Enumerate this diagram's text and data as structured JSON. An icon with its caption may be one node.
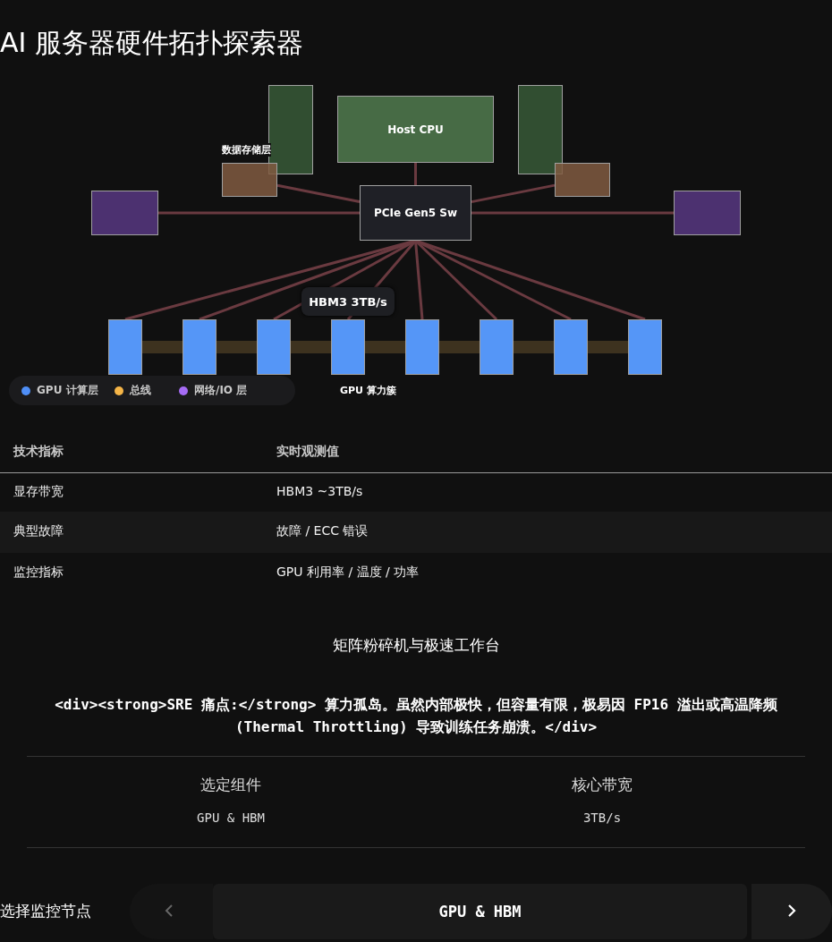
{
  "diagram": {
    "title": "AI 服务器硬件拓扑探索器",
    "nodes": [
      {
        "text": [
          "Host CPU"
        ]
      },
      {
        "text": [
          "PCIe Gen5 Sw"
        ]
      },
      {
        "text": [],
        "shape": "box"
      },
      {
        "text": [],
        "shape": "box"
      },
      {
        "text": [],
        "shape": "box"
      },
      {
        "text": [],
        "shape": "box"
      },
      {
        "text": [],
        "shape": "box"
      },
      {
        "text": [],
        "shape": "box"
      },
      {
        "text": [],
        "shape": "box"
      },
      {
        "text": [],
        "shape": "box"
      },
      {
        "text": [],
        "shape": "box"
      },
      {
        "text": [],
        "shape": "box"
      },
      {
        "text": [],
        "shape": "box"
      },
      {
        "text": [],
        "shape": "box"
      },
      {
        "text": [],
        "shape": "box"
      },
      {
        "text": [],
        "shape": "box"
      }
    ],
    "edges": [
      {
        "from": 0,
        "to": 1,
        "arrow": "none"
      },
      {
        "from": 1,
        "to": 4,
        "arrow": "none"
      },
      {
        "from": 1,
        "to": 5,
        "arrow": "none"
      },
      {
        "from": 1,
        "to": 6,
        "arrow": "none"
      },
      {
        "from": 1,
        "to": 7,
        "arrow": "none"
      },
      {
        "from": 1,
        "to": 8,
        "arrow": "none"
      },
      {
        "from": 1,
        "to": 9,
        "arrow": "none"
      },
      {
        "from": 1,
        "to": 10,
        "arrow": "none"
      },
      {
        "from": 1,
        "to": 11,
        "arrow": "none"
      },
      {
        "from": 1,
        "to": 12,
        "arrow": "none"
      },
      {
        "from": 1,
        "to": 13,
        "arrow": "none"
      },
      {
        "from": 1,
        "to": 14,
        "arrow": "none"
      },
      {
        "from": 1,
        "to": 15,
        "arrow": "none"
      },
      {
        "from": 8,
        "to": 9,
        "arrow": "none",
        "style": "thick",
        "color": "#3d321f"
      },
      {
        "from": 9,
        "to": 10,
        "arrow": "none",
        "style": "thick",
        "color": "#3d321f"
      },
      {
        "from": 10,
        "to": 11,
        "arrow": "none",
        "style": "thick",
        "color": "#3d321f"
      },
      {
        "from": 11,
        "to": 12,
        "arrow": "none",
        "style": "thick",
        "color": "#3d321f"
      },
      {
        "from": 12,
        "to": 13,
        "arrow": "none",
        "style": "thick",
        "color": "#3d321f"
      },
      {
        "from": 13,
        "to": 14,
        "arrow": "none",
        "style": "thick",
        "color": "#3d321f"
      },
      {
        "from": 14,
        "to": 15,
        "arrow": "none",
        "style": "thick",
        "color": "#3d321f"
      }
    ],
    "labels": [
      "HBM3 3TB/s",
      "GPU 算力簇",
      "数据存储层",
      "技术指标",
      "实时观测值",
      "显存带宽",
      "HBM3 ~3TB/s",
      "典型故障",
      "故障 / ECC 错误",
      "监控指标",
      "GPU 利用率 / 温度 / 功率",
      "矩阵粉碎机与极速工作台",
      "<div><strong>SRE 痛点:</strong> 算力孤岛。虽然内部极快，但容量有限，极易因 FP16 溢出或高温降频 (Thermal Throttling) 导致训练任务崩溃。</div>",
      "选定组件",
      "核心带宽",
      "GPU & HBM",
      "3TB/s",
      "选择监控节点",
      "GPU & HBM"
    ],
    "legend": [
      {
        "text": "GPU 计算层",
        "color": "#4f8ff7"
      },
      {
        "text": "总线",
        "color": "#f5b547"
      },
      {
        "text": "网络/IO 层",
        "color": "#a66cf5"
      }
    ]
  }
}
